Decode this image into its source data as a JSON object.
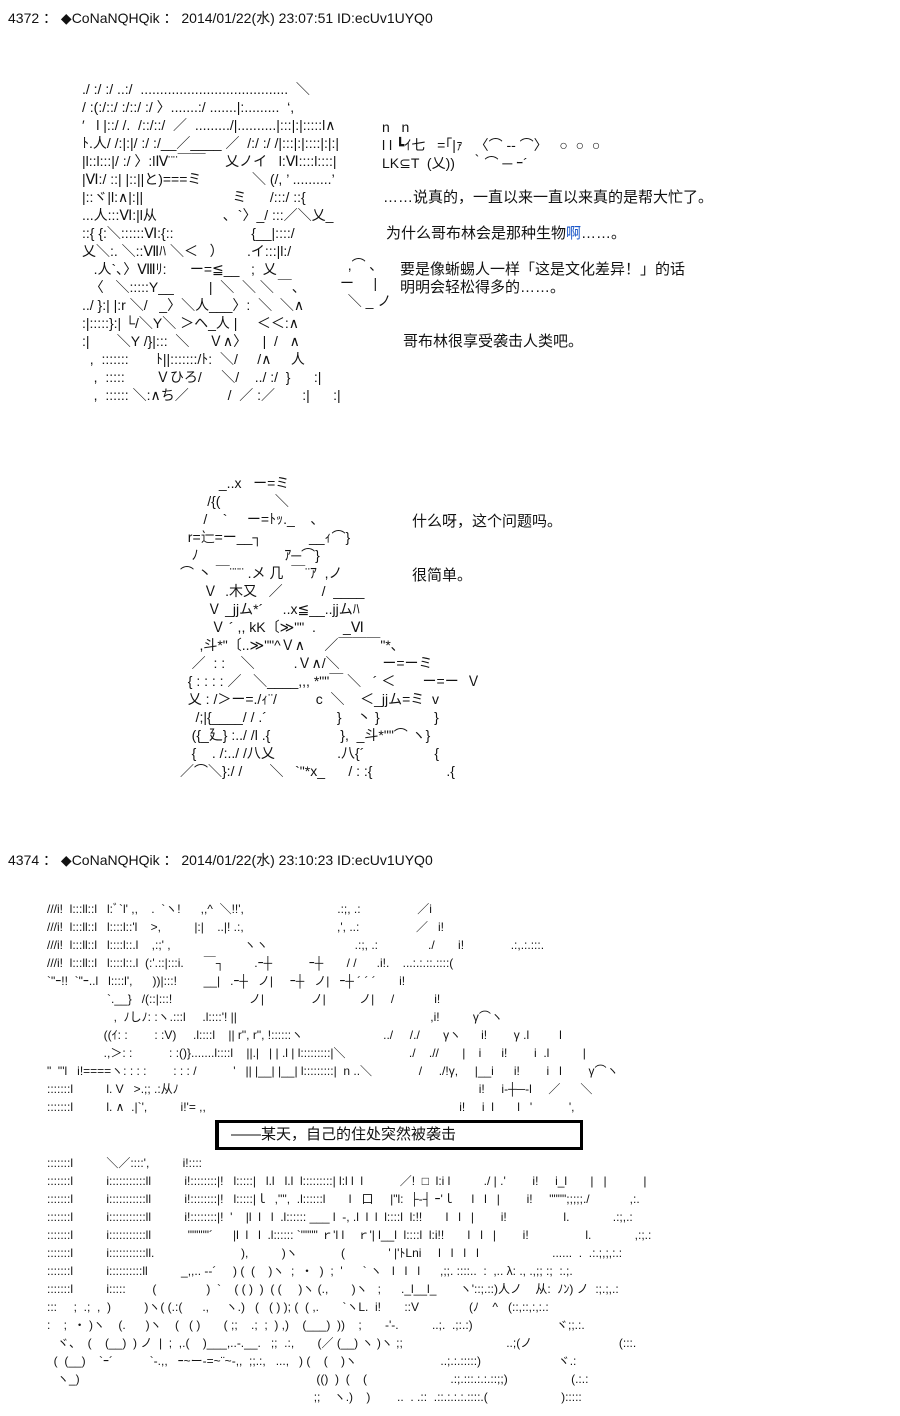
{
  "posts": [
    {
      "header": "4372 ： ◆CoNaNQHQik ： 2014/01/22(水) 23:07:51 ID:ecUv1UYQ0",
      "art1": [
        "./ :/ :/ ..:/  ......................................  ＼",
        "/ :(:/::/ :/::/ :/ 〉.......:/ .......|:.........  ‘,",
        "′   l |::/ /.  /::/::/  ／  ........./|..........|:::|:|:::::l∧",
        "ﾄ.人/ /:|:|/ :/ :/__／____ ／  /:/ :/ /|:::|:|::::|:|:|",
        "|l::l:::|/ :/ 〉:lⅣ¨¨￣￣     乂ノイ   l:Ⅵ::::l::::|",
        "|Ⅵ:/ ::| |::||と)===ミ             ＼ (/, ’ ..........’",
        "|::ヾ|l:∧|:||                       ミ      /:::/ ::{",
        "...人:::Ⅵ:|l从                 ､  `〉_/ :::／＼乂_",
        "::{ {:＼::::::Ⅵ:{::                    {__|::::/",
        "乂＼:. ＼::Ⅶﾊ ＼＜   ）      .イ:::|l:/",
        "   .人`､〉Ⅷﾘ:      ー=≦__   ;  乂",
        "  〈   ＼:::::Y__         |  ＼  ＼ ＼ ￣、",
        "../ }:| |:r ＼/   _〉＼人___〉:  ＼  ＼∧",
        ":|:::::}:| └/＼Y＼ ＞ヘ_人 |     ＜＜:∧",
        ":|       ＼Y /}|:::  ＼     Ｖ∧〉    |  /   ∧",
        "  ,  :::::::       ﾄ||:::::::/ﾄ:  ＼/     /∧     人",
        "   ,  :::::        Ｖひろ/     ＼/    ../ :/  }      :|",
        "   ,  :::::: ＼:∧ち／          /  ／ :／       :|      :|"
      ],
      "sfx": [
        "n   n",
        "l l ┗ｲ七   =｢|ｧ   〈⌒ ‐‐ ⌒〉   ○  ○  ○",
        "LK⊆T  (乂))    ｀⌒ ─ ｰ´"
      ],
      "bubble": [
        "  ,⌒ ､",
        "ー     |",
        "  ＼ _ ノ"
      ],
      "lines": [
        "……说真的，一直以来一直以来真的是帮大忙了。",
        "为什么哥布林会是那种生物",
        "啊",
        "……。",
        "要是像蜥蜴人一样「这是文化差异！」的话",
        "明明会轻松得多的……。",
        "哥布林很享受袭击人类吧。"
      ],
      "art2": [
        "          _..x   ー=ミ",
        "       /{(              ＼",
        "      /    `     ー=ﾄｯ._    、",
        "  r=辷=ー__┐            __ｨ⌒}",
        "   ﾉ                      ｱ─⌒}",
        "⌒ 丶 ￣¨¨¨ .メ 几  ￣¨ｱ  ,ノ",
        "      Ｖ  .木又   ／          /  ____",
        "       Ｖ _jjム*´     ..x≦__..jjムﾊ",
        "        Ｖ ´ ,, kK〔≫\"\"  .       _Ⅵ",
        "     ,斗*\"〔..≫\"\"^Ｖ∧     ／￣￣￣\"*､",
        "   ／  : :    ＼          .Ｖ∧/＼           ー=ーミ",
        "  { : : : : ／   ＼____,,, *\"\"￣ ＼   ´ ＜       ー=ー  Ｖ",
        "  乂 : /＞ー=./ｨ¨/          c  ＼    ＜_jjム=ミ  v",
        "    /;|{____/ / .´                  }    丶 }              }",
        "   ({_廴} :../ /l .{                  },  _斗*\"\"⌒ ヽ}",
        "   {    . /:../ /八乂                .八{´                  {",
        "／⌒＼}:/ /       ＼   `\"*x_      / : :{                   .{"
      ],
      "lines2": [
        "什么呀，这个问题吗。",
        "很简单。"
      ]
    },
    {
      "header": "4374 ： ◆CoNaNQHQik ： 2014/01/22(水) 23:10:23 ID:ecUv1UYQ0",
      "art3": [
        "///i!  l:::ll::l   l:ﾞ`l' ,,    .  `ヽ!      ,,^  ＼!!',                            .:;, .:                 ／i",
        "///i!  l:::ll::l   l::::l::'l    >,          |:|    ..|! .:,                            ,', ..:                 ／   i!",
        "///i!  l:::ll::l   l::::l::.l    ,:;' ,                      ヽヽ                          .:;, .:               ./       i!              .:,.:.:::.",
        "///i!  l:::ll::l   l::::l::.l  (:'.::|:::i.      ￣┐         .ｰ┼           ｰ┼       / /      .i!.    ...:.:.::.::::(",
        "`\"ｰ!!  `\"ｰ..l   l::::l',      ))|:::!        __|   .ｰ┼   ノ|     ｰ┼   ノ|   ｰ┼ ´ ´ ´       i!",
        "                  `.__}   /(::|:::!                       ノ|              ノ|          ノ|     /            i!",
        "                    ,  ﾉしﾉ: :ヽ.:::l     .l::::'! ||                                                          ,i!          γ⌒ヽ",
        "                 ((ｲ: :        : :V)     .l::::l    || r\", r\", !::::::ヽ                        ../     /./       γヽ      i!        γ .l         l",
        "                 .,＞: :           : :()}.......l::::l    ||.|   | | .l | l:::::::::|＼                   ./    .//       |    i      i!        i  .l          |",
        "\"  \"'l   i!====ヽ: : : :        : : : /           '   || |__| |__| l:::::::::|  n ..＼              /     ./!γ,     |__i      i!        i   l        γ⌒ヽ",
        ":::::::l          l. V   >.;; .:从ﾉ                                                                                          i!     i‐┼─‐l     ／      ＼",
        ":::::::l          l. ∧  .|`',          i!'= ,,                                                                            i!     i  l       l   '           ',",
        ":::::::l          ＼／::::',          i!::::",
        ":::::::l          i:::::::::::ll          i!::::::::|!   l:::::|   l.l   l.l  l:::::::::| l:l l  l           ／!  □  l:i l          ./ | .'        i!     i_l       |   |           |",
        ":::::::l          i:::::::::::ll          i!::::::::|!   l:::::|ｌ  ,'\"',  .l::::::l       l   口     |\"l:  ├-┤ ｰ'ｌ     l   l   |        i!     \"\"\"\";;;;;./            ,:.",
        ":::::::l          i:::::::::::ll          i!::::::::|!  '    |l  l   l  .l:::::: ___ l  -, .l  l  l  l::::l  l:!!       l   l   |        i!                 l.             .:;,.:",
        ":::::::l          i:::::::::::ll           \"\"\"\"\"´      |l  l   l  .l:::::: `\"\"\"\" ｒ'l l    ｒ'| l__l  l::::l  l:i!!       l   l   |        i!                 l.             ,:;.:",
        ":::::::l          i:::::::::::ll.                          ),          )ヽ             (             ' |'ﾄLni     l   l   l   l                      ......  .  .:.;,;,:.:",
        ":::::::l          i::::::::::ll          _,,.. -‐´     ) (  (    )ヽ  ;  ・  )  ;  '      ` ヽ   l   l   l      ,;;. ::::..  :  ,.. λ: ., .,;; :;  :.;.",
        ":::::::l          i:::::        (               )  `    ( ( )  )  ( (     )ヽ (.,       )ヽ   ;      ._l__l_       ヽ'::;.::)人ノ    从:  ﾉﾝ) ノ  :;.;,.:",
        ":::     ;  .;  ,  )          )ヽ( (.:(      .,     ヽ.)   (   ( ) ); (  ( ,.       `ヽL.  i!       ::V               (ﾉ    ^   (::,::,:,:.:",
        ":    ;  ・ )ヽ    (.      )ヽ    (   ( )       ( ;;    .;  ;  ) ,)    (___)  ))    ;       ‐'-.          ..;.  .;:.:)                         ヾ;;.:.",
        "   ヾ、  (    (__)  ) ノ  |  ;  ,.(    )___,..-.__.   ;;  .:,       (／ (__) ヽ )ヽ ;;                               ..;(ノ                          (:::.",
        "  (  (__)    `ｰ´           `-.,,   ｰ~ー-=~¨~-,,  ;;.:,   ...,   ) (    (    )ヽ                         ..;.:.:::::)                       ヾ.:",
        "   ヽ_)                                                                       (()  )  (    (                         .:;.:::.:.:.::;;)                   (.:.:",
        "                                                                                ;;    ヽ.)    )        ..  . .::  .::.:.:.:.::::.(                      ):::::"
      ],
      "caption": "——某天，自己的住处突然被袭击"
    }
  ]
}
